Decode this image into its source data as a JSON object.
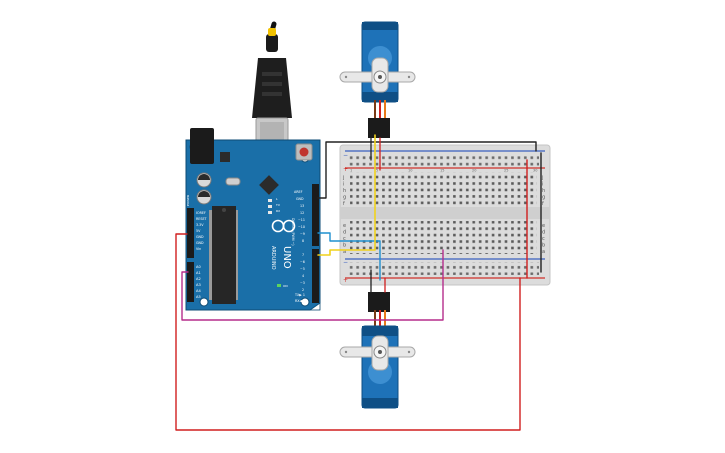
{
  "arduino": {
    "brand": "ARDUINO",
    "model": "UNO",
    "labels": {
      "aref": "AREF",
      "gnd": "GND",
      "power_header": "POWER",
      "analog_header": "ANALOG IN",
      "digital_header": "DIGITAL (PWM ~)",
      "tx": "TX▶ 1",
      "rx": "RX◀ 0",
      "l_led": "L",
      "tx_led": "TX",
      "rx_led": "RX",
      "on_led": "ON"
    },
    "power_pins": [
      "IOREF",
      "RESET",
      "3.3V",
      "5V",
      "GND",
      "GND",
      "Vin"
    ],
    "analog_pins": [
      "A0",
      "A1",
      "A2",
      "A3",
      "A4",
      "A5"
    ],
    "digital_pins_top": [
      "13",
      "12",
      "~11",
      "~10",
      "~9",
      "8"
    ],
    "digital_pins_bottom": [
      "7",
      "~6",
      "~5",
      "4",
      "~3",
      "2"
    ]
  },
  "breadboard": {
    "row_letters_top": [
      "j",
      "i",
      "h",
      "g",
      "f"
    ],
    "row_letters_bottom": [
      "e",
      "d",
      "c",
      "b",
      "a"
    ],
    "rail_plus": "+",
    "rail_minus": "−",
    "column_marks": [
      "1",
      "5",
      "10",
      "15",
      "20",
      "25",
      "30"
    ]
  },
  "colors": {
    "board_blue": "#1a6fa8",
    "board_dark": "#10527e",
    "servo_blue": "#1e72b8",
    "servo_dark": "#0f4f85",
    "wire_black": "#222222",
    "wire_red": "#d11f1f",
    "wire_yellow": "#f0d21c",
    "wire_blue": "#1f90cf",
    "wire_magenta": "#b52d8c",
    "wire_orange": "#e87a1a",
    "wire_brown": "#7a3a16"
  }
}
